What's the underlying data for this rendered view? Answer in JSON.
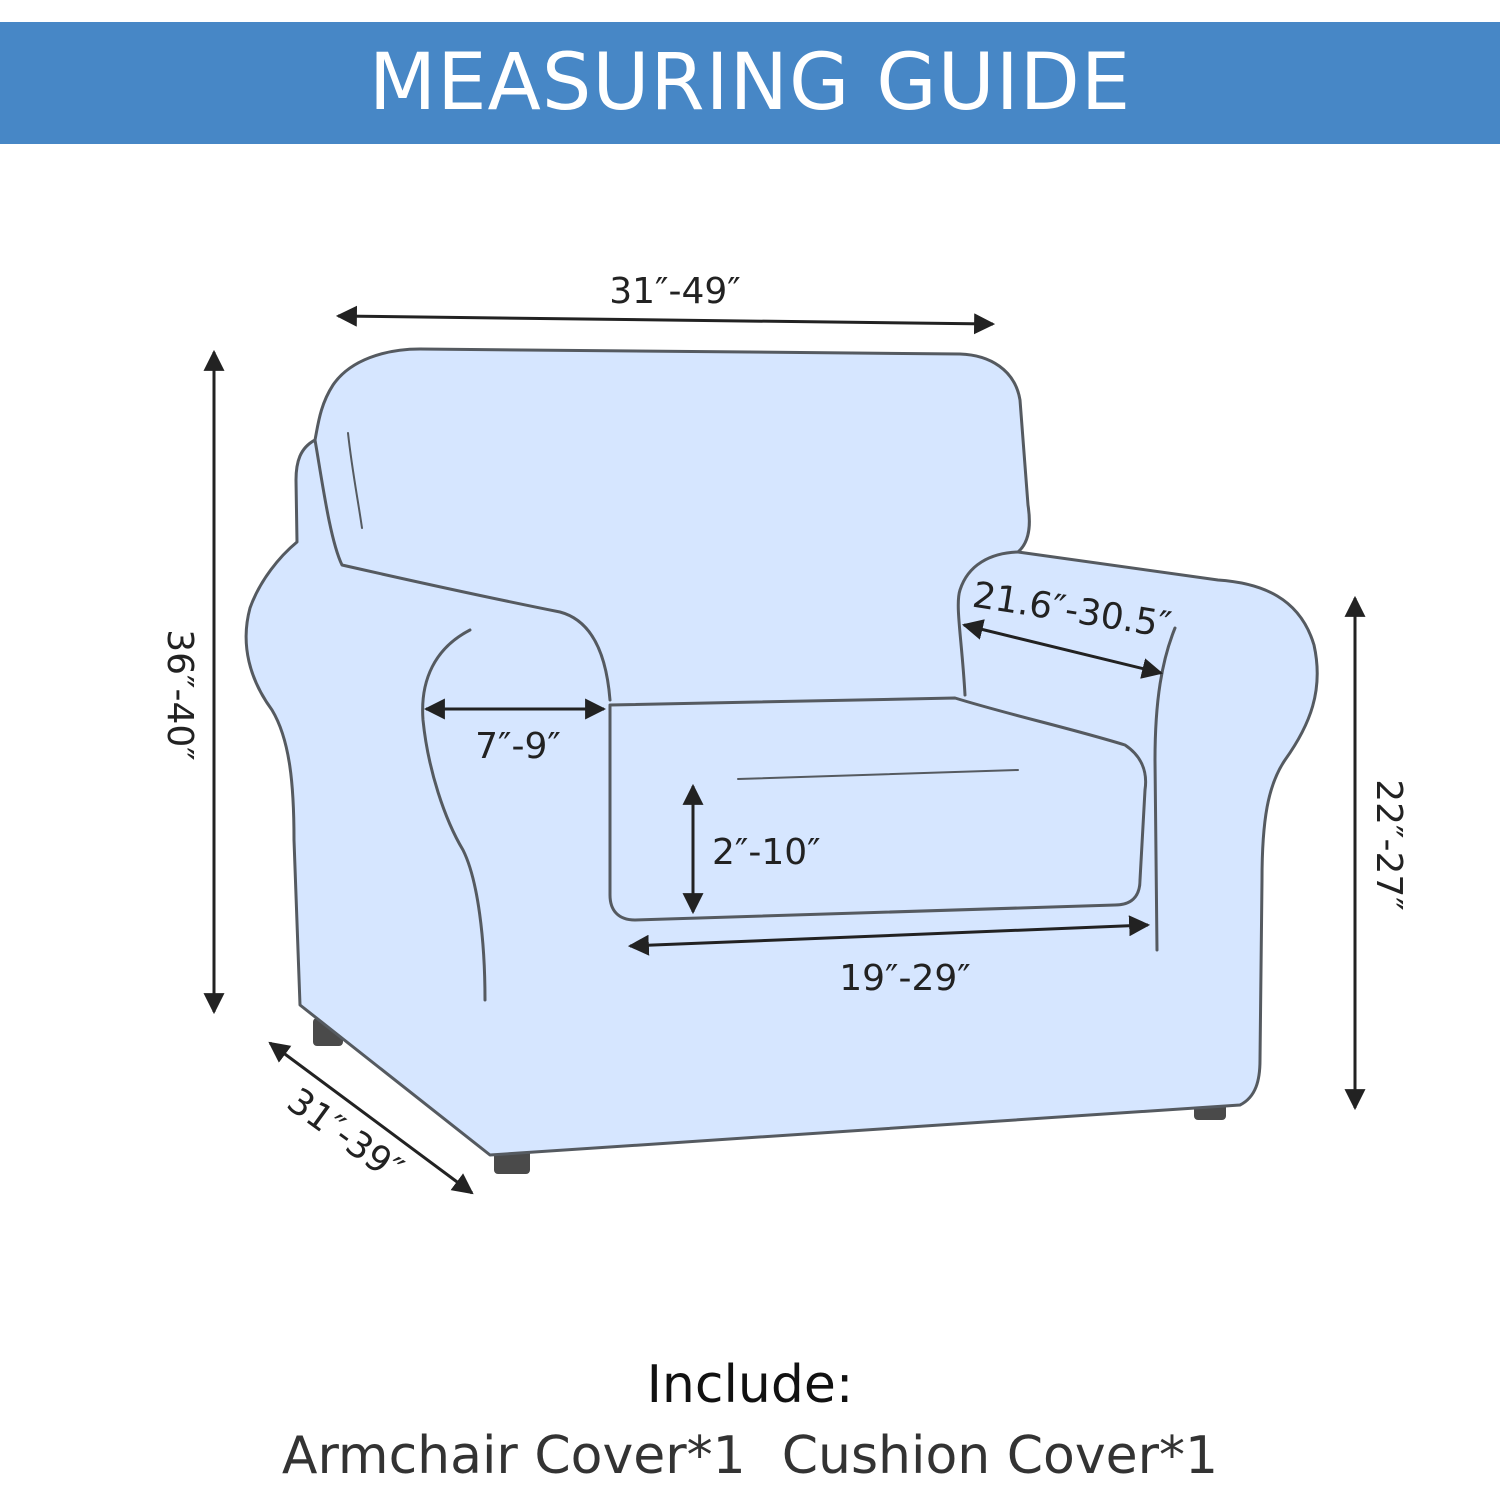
{
  "header": {
    "title": "MEASURING GUIDE"
  },
  "colors": {
    "banner": "#4787c6",
    "chair_fill": "#d6e6ff",
    "chair_outline": "#555a60",
    "arrow": "#222222",
    "legs": "#4a4a4a"
  },
  "dimensions": {
    "back_width": "31″-49″",
    "total_height": "36″-40″",
    "depth": "31″-39″",
    "arm_width": "7″-9″",
    "arm_length": "21.6″-30.5″",
    "cushion_thickness": "2″-10″",
    "seat_width": "19″-29″",
    "arm_height": "22″-27″"
  },
  "include": {
    "heading": "Include:",
    "items": [
      "Armchair Cover*1",
      "Cushion Cover*1"
    ]
  }
}
